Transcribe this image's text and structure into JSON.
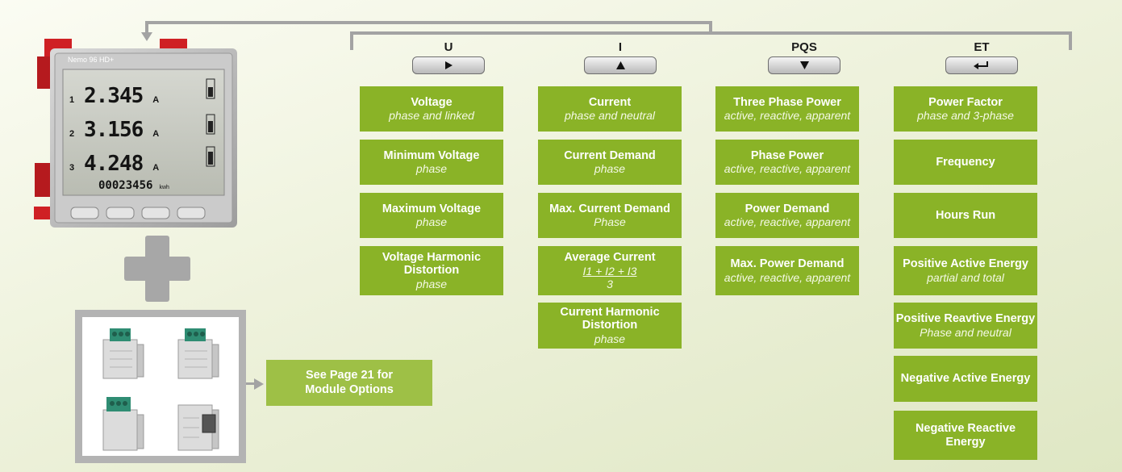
{
  "colors": {
    "box_green": "#8ab327",
    "see_box_green": "#9ec046",
    "connector_gray": "#a3a3a3"
  },
  "meter": {
    "brand": "Nemo 96 HD+",
    "rows": [
      {
        "index": "1",
        "value": "2.345",
        "unit": "A"
      },
      {
        "index": "2",
        "value": "3.156",
        "unit": "A"
      },
      {
        "index": "3",
        "value": "4.248",
        "unit": "A"
      }
    ],
    "counter": "00023456",
    "counter_unit": "kwh"
  },
  "columns": [
    {
      "key": "U",
      "button_icon": "right-triangle-icon",
      "items": [
        {
          "title": "Voltage",
          "sub": "phase and linked"
        },
        {
          "title": "Minimum Voltage",
          "sub": "phase"
        },
        {
          "title": "Maximum Voltage",
          "sub": "phase"
        },
        {
          "title": "Voltage Harmonic Distortion",
          "sub": "phase"
        }
      ]
    },
    {
      "key": "I",
      "button_icon": "up-triangle-icon",
      "items": [
        {
          "title": "Current",
          "sub": "phase and neutral"
        },
        {
          "title": "Current Demand",
          "sub": "phase"
        },
        {
          "title": "Max. Current Demand",
          "sub": "Phase"
        },
        {
          "title": "Average Current",
          "sub_numerator": "I1 + I2 + I3",
          "sub_denominator": "3"
        },
        {
          "title": "Current Harmonic Distortion",
          "sub": "phase"
        }
      ]
    },
    {
      "key": "PQS",
      "button_icon": "down-triangle-icon",
      "items": [
        {
          "title": "Three Phase Power",
          "sub": "active, reactive, apparent"
        },
        {
          "title": "Phase Power",
          "sub": "active, reactive, apparent"
        },
        {
          "title": "Power Demand",
          "sub": "active, reactive, apparent"
        },
        {
          "title": "Max. Power Demand",
          "sub": "active, reactive, apparent"
        }
      ]
    },
    {
      "key": "ET",
      "button_icon": "return-arrow-icon",
      "items": [
        {
          "title": "Power Factor",
          "sub": "phase and 3-phase"
        },
        {
          "title": "Frequency"
        },
        {
          "title": "Hours Run"
        },
        {
          "title": "Positive Active Energy",
          "sub": "partial and total"
        },
        {
          "title": "Positive Reavtive Energy",
          "sub": "Phase and neutral"
        },
        {
          "title": "Negative Active Energy"
        },
        {
          "title": "Negative Reactive Energy"
        }
      ]
    }
  ],
  "see_box": {
    "line1": "See Page 21 for",
    "line2": "Module Options"
  }
}
